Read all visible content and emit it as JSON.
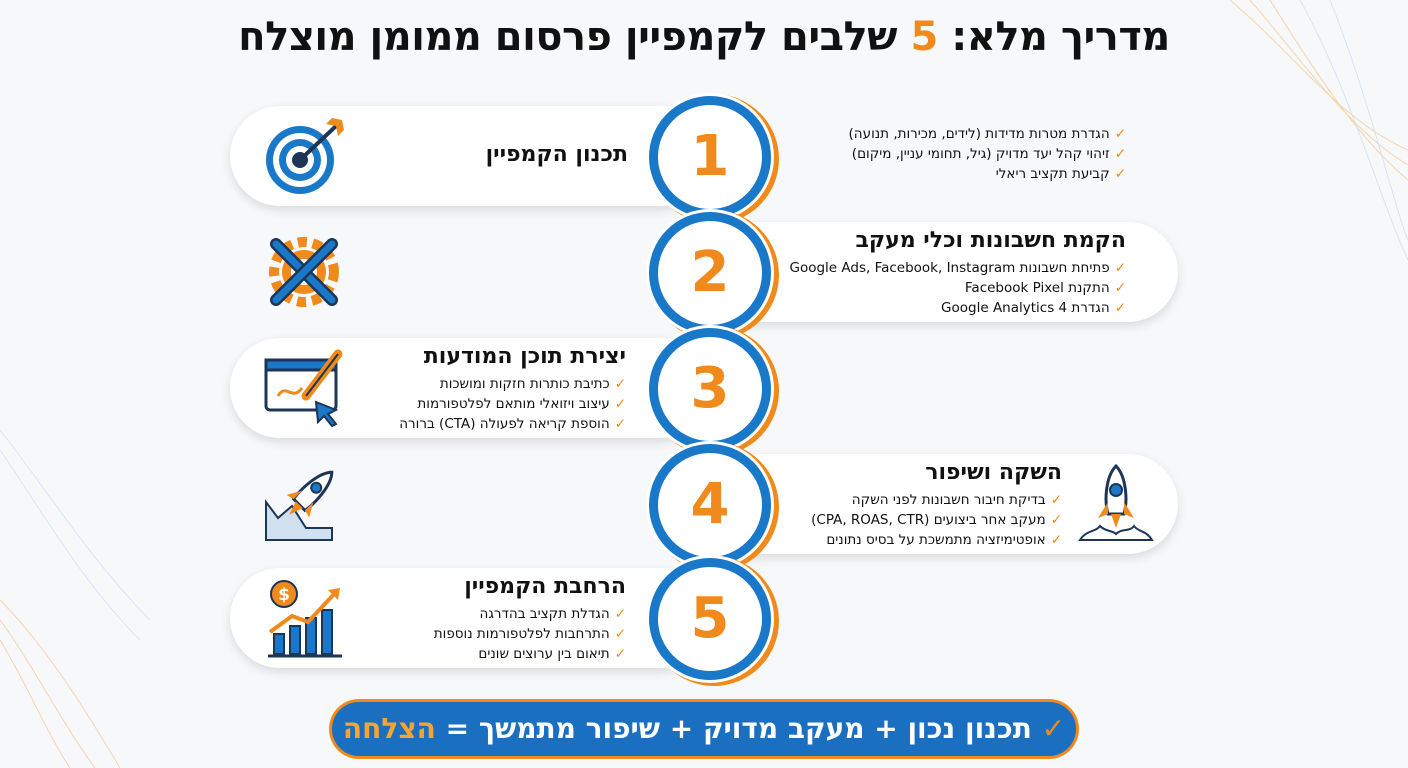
{
  "title": {
    "before": "מדריך מלא:",
    "number": "5",
    "after": "שלבים לקמפיין פרסום ממומן מוצלח"
  },
  "steps": [
    {
      "number": "1",
      "title": "תכנון הקמפיין",
      "icon": "target-icon",
      "items": [
        "הגדרת מטרות מדידות (לידים, מכירות, תנועה)",
        "זיהוי קהל יעד מדויק (גיל, תחומי עניין, מיקום)",
        "קביעת תקציב ריאלי"
      ]
    },
    {
      "number": "2",
      "title": "הקמת חשבונות וכלי מעקב",
      "icon": "wrench-gear-icon",
      "items": [
        "פתיחת חשבונות Google Ads, Facebook, Instagram",
        "התקנת Facebook Pixel",
        "הגדרת Google Analytics 4"
      ]
    },
    {
      "number": "3",
      "title": "יצירת תוכן המודעות",
      "icon": "design-pencil-icon",
      "items": [
        "כתיבת כותרות חזקות ומושכות",
        "עיצוב ויזואלי מותאם לפלטפורמות",
        "הוספת קריאה לפעולה (CTA) ברורה"
      ]
    },
    {
      "number": "4",
      "title": "השקה ושיפור",
      "icon": "rocket-launch-icon",
      "items": [
        "בדיקת חיבור חשבונות לפני השקה",
        "מעקב אחר ביצועים (CPA, ROAS, CTR)",
        "אופטימיזציה מתמשכת על בסיס נתונים"
      ]
    },
    {
      "number": "5",
      "title": "הרחבת הקמפיין",
      "icon": "growth-chart-icon",
      "items": [
        "הגדלת תקציב בהדרגה",
        "התרחבות לפלטפורמות נוספות",
        "תיאום בין ערוצים שונים"
      ]
    }
  ],
  "check_mark": "✓",
  "banner": {
    "check": "✓",
    "text": "תכנון נכון + מעקב מדויק + שיפור מתמשך =",
    "highlight": "הצלחה"
  },
  "colors": {
    "blue": "#1a78c8",
    "orange": "#f08a1c",
    "navy": "#1d3557"
  }
}
